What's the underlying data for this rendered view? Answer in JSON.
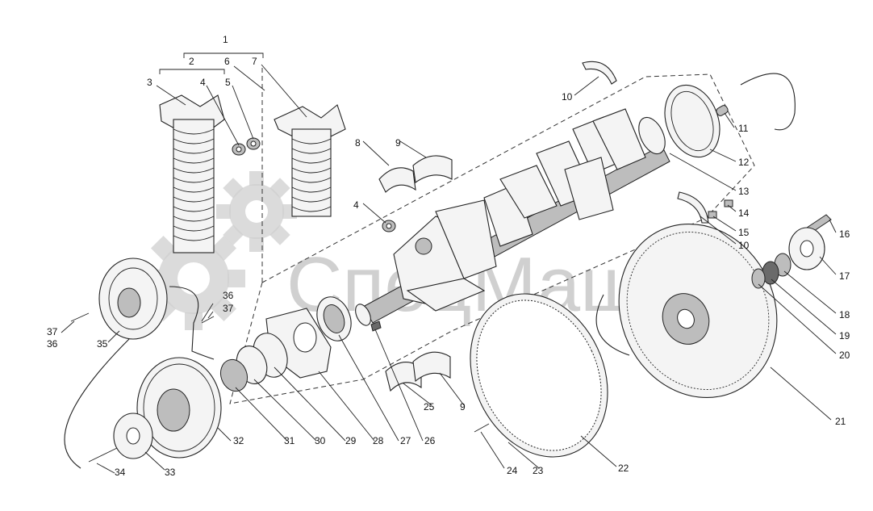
{
  "diagram": {
    "watermark_text": "СпецМаш",
    "callouts": [
      {
        "id": "c1",
        "text": "1"
      },
      {
        "id": "c2",
        "text": "2"
      },
      {
        "id": "c3",
        "text": "3"
      },
      {
        "id": "c4a",
        "text": "4"
      },
      {
        "id": "c5",
        "text": "5"
      },
      {
        "id": "c6",
        "text": "6"
      },
      {
        "id": "c7",
        "text": "7"
      },
      {
        "id": "c8",
        "text": "8"
      },
      {
        "id": "c9a",
        "text": "9"
      },
      {
        "id": "c10a",
        "text": "10"
      },
      {
        "id": "c11",
        "text": "11"
      },
      {
        "id": "c12",
        "text": "12"
      },
      {
        "id": "c13",
        "text": "13"
      },
      {
        "id": "c4b",
        "text": "4"
      },
      {
        "id": "c14",
        "text": "14"
      },
      {
        "id": "c15",
        "text": "15"
      },
      {
        "id": "c10b",
        "text": "10"
      },
      {
        "id": "c16",
        "text": "16"
      },
      {
        "id": "c17",
        "text": "17"
      },
      {
        "id": "c18",
        "text": "18"
      },
      {
        "id": "c19",
        "text": "19"
      },
      {
        "id": "c20",
        "text": "20"
      },
      {
        "id": "c21",
        "text": "21"
      },
      {
        "id": "c22",
        "text": "22"
      },
      {
        "id": "c23",
        "text": "23"
      },
      {
        "id": "c24",
        "text": "24"
      },
      {
        "id": "c25",
        "text": "25"
      },
      {
        "id": "c9b",
        "text": "9"
      },
      {
        "id": "c26",
        "text": "26"
      },
      {
        "id": "c27",
        "text": "27"
      },
      {
        "id": "c28",
        "text": "28"
      },
      {
        "id": "c29",
        "text": "29"
      },
      {
        "id": "c30",
        "text": "30"
      },
      {
        "id": "c31",
        "text": "31"
      },
      {
        "id": "c32",
        "text": "32"
      },
      {
        "id": "c33",
        "text": "33"
      },
      {
        "id": "c34",
        "text": "34"
      },
      {
        "id": "c35",
        "text": "35"
      },
      {
        "id": "c36a",
        "text": "36"
      },
      {
        "id": "c37a",
        "text": "37"
      },
      {
        "id": "c36b",
        "text": "36"
      },
      {
        "id": "c37b",
        "text": "37"
      }
    ]
  }
}
